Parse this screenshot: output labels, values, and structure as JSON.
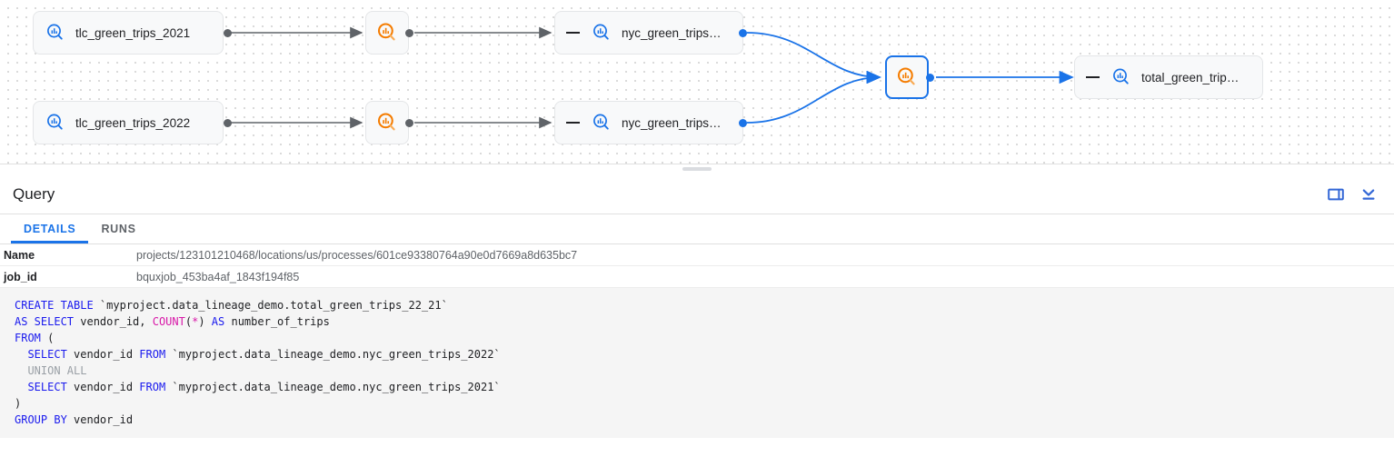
{
  "lineage": {
    "nodes": [
      {
        "id": "tlc2021",
        "label": "tlc_green_trips_2021",
        "icon": "table-search-icon",
        "kind": "table",
        "collapsed": false,
        "selected": false
      },
      {
        "id": "tlc2022",
        "label": "tlc_green_trips_2022",
        "icon": "table-search-icon",
        "kind": "table",
        "collapsed": false,
        "selected": false
      },
      {
        "id": "proc1",
        "label": "",
        "icon": "process-search-icon",
        "kind": "process",
        "collapsed": false,
        "selected": false
      },
      {
        "id": "proc2",
        "label": "",
        "icon": "process-search-icon",
        "kind": "process",
        "collapsed": false,
        "selected": false
      },
      {
        "id": "nyc2021",
        "label": "nyc_green_trips…",
        "icon": "table-search-icon",
        "kind": "table",
        "collapsed": true,
        "selected": false
      },
      {
        "id": "nyc2022",
        "label": "nyc_green_trips…",
        "icon": "table-search-icon",
        "kind": "table",
        "collapsed": true,
        "selected": false
      },
      {
        "id": "proc3",
        "label": "",
        "icon": "process-search-icon",
        "kind": "process",
        "collapsed": false,
        "selected": true
      },
      {
        "id": "total",
        "label": "total_green_trip…",
        "icon": "table-search-icon",
        "kind": "table",
        "collapsed": true,
        "selected": false
      }
    ],
    "colors": {
      "table_icon": "#1a73e8",
      "process_icon": "#f57c00",
      "selected_border": "#1a73e8",
      "edge_gray": "#5f6368",
      "edge_blue": "#1a73e8"
    }
  },
  "panel": {
    "title": "Query",
    "actions": [
      {
        "name": "split-panel-icon",
        "label": "Toggle side panel"
      },
      {
        "name": "collapse-down-icon",
        "label": "Collapse panel"
      }
    ],
    "tabs": [
      {
        "label": "DETAILS",
        "active": true
      },
      {
        "label": "RUNS",
        "active": false
      }
    ],
    "details": [
      {
        "key": "Name",
        "value": "projects/123101210468/locations/us/processes/601ce93380764a90e0d7669a8d635bc7"
      },
      {
        "key": "job_id",
        "value": "bquxjob_453ba4af_1843f194f85"
      }
    ]
  },
  "sql": {
    "lines": [
      [
        {
          "t": "CREATE TABLE ",
          "c": "kw"
        },
        {
          "t": "`myproject.data_lineage_demo.total_green_trips_22_21`",
          "c": "plain"
        }
      ],
      [
        {
          "t": "AS SELECT ",
          "c": "kw"
        },
        {
          "t": "vendor_id, ",
          "c": "plain"
        },
        {
          "t": "COUNT",
          "c": "fn"
        },
        {
          "t": "(",
          "c": "plain"
        },
        {
          "t": "*",
          "c": "op"
        },
        {
          "t": ") ",
          "c": "plain"
        },
        {
          "t": "AS ",
          "c": "kw"
        },
        {
          "t": "number_of_trips",
          "c": "plain"
        }
      ],
      [
        {
          "t": "FROM ",
          "c": "kw"
        },
        {
          "t": "(",
          "c": "plain"
        }
      ],
      [
        {
          "t": "  ",
          "c": "plain"
        },
        {
          "t": "SELECT ",
          "c": "kw"
        },
        {
          "t": "vendor_id ",
          "c": "plain"
        },
        {
          "t": "FROM ",
          "c": "kw"
        },
        {
          "t": "`myproject.data_lineage_demo.nyc_green_trips_2022`",
          "c": "plain"
        }
      ],
      [
        {
          "t": "  UNION ALL",
          "c": "cmt"
        }
      ],
      [
        {
          "t": "  ",
          "c": "plain"
        },
        {
          "t": "SELECT ",
          "c": "kw"
        },
        {
          "t": "vendor_id ",
          "c": "plain"
        },
        {
          "t": "FROM ",
          "c": "kw"
        },
        {
          "t": "`myproject.data_lineage_demo.nyc_green_trips_2021`",
          "c": "plain"
        }
      ],
      [
        {
          "t": ")",
          "c": "plain"
        }
      ],
      [
        {
          "t": "GROUP BY ",
          "c": "kw"
        },
        {
          "t": "vendor_id",
          "c": "plain"
        }
      ]
    ]
  }
}
